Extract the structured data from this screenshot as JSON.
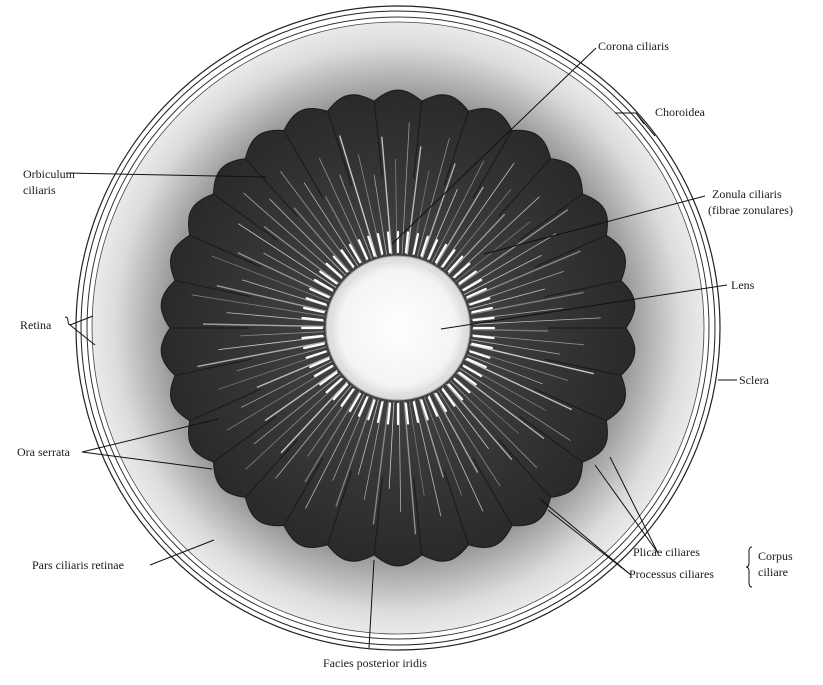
{
  "labels": {
    "corona": "Corona ciliaris",
    "choroidea": "Choroidea",
    "orbiculum_1": "Orbiculum",
    "orbiculum_2": "ciliaris",
    "zonula_1": "Zonula ciliaris",
    "zonula_2": "(fibrae zonulares)",
    "lens": "Lens",
    "retina": "Retina",
    "sclera": "Sclera",
    "ora": "Ora serrata",
    "pars": "Pars ciliaris retinae",
    "plicae": "Plicae ciliares",
    "processus": "Processus ciliares",
    "corpus_1": "Corpus",
    "corpus_2": "ciliare",
    "facies": "Facies posterior iridis"
  },
  "colors": {
    "sclera_ring": "#ffffff",
    "pars_ciliaris_outer": "#f2f2f2",
    "pars_ciliaris_inner": "#5a5a5a",
    "corpus_dark": "#2e2e2e",
    "fibre": "#ffffff",
    "lens": "#f7f7f7"
  }
}
